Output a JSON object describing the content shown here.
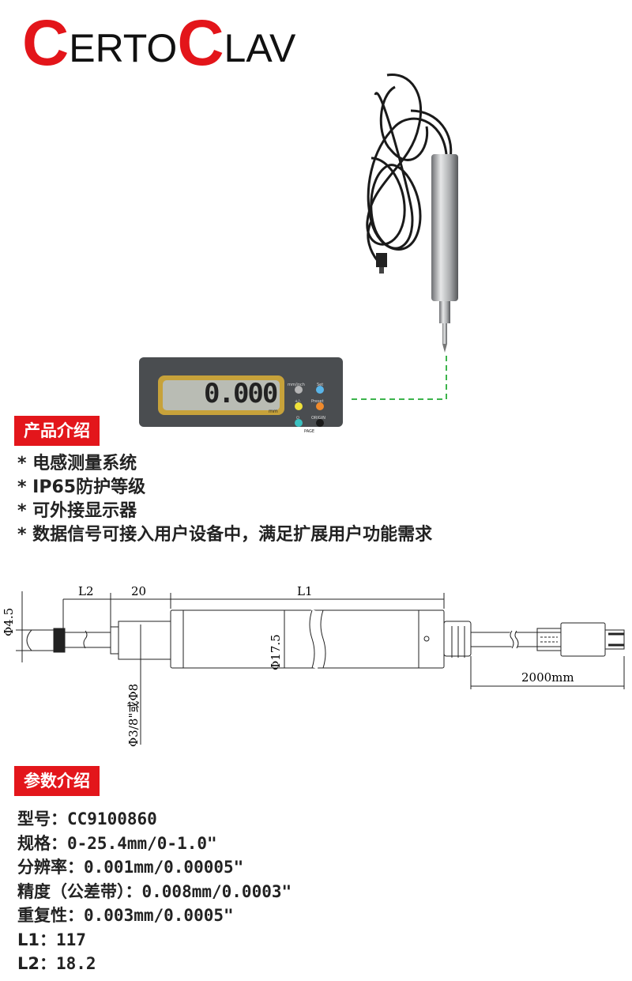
{
  "brand": {
    "parts": [
      "C",
      "ERTO",
      "C",
      "LAV"
    ],
    "accent": "#e3151a"
  },
  "display": {
    "reading": "0.000",
    "unit": "mm",
    "buttons": [
      "mm/inch",
      "Set",
      "+/-",
      "Preset",
      "⏻",
      "ORIGIN"
    ],
    "label": "PAGE"
  },
  "intro": {
    "title": "产品介绍",
    "items": [
      "* 电感测量系统",
      "* IP65防护等级",
      "* 可外接显示器",
      "* 数据信号可接入用户设备中，满足扩展用户功能需求"
    ]
  },
  "diagram": {
    "dia_tip": "Φ4.5",
    "l2": "L2",
    "len20": "20",
    "l1": "L1",
    "dia_body": "Φ17.5",
    "dia_stem": "Φ3/8\"或Φ8",
    "cable": "2000mm"
  },
  "params": {
    "title": "参数介绍",
    "rows": [
      {
        "label": "型号：",
        "value": "CC9100860"
      },
      {
        "label": "规格：",
        "value": "0-25.4mm/0-1.0\""
      },
      {
        "label": "分辨率：",
        "value": "0.001mm/0.00005\""
      },
      {
        "label": "精度（公差带）：",
        "value": "0.008mm/0.0003\""
      },
      {
        "label": "重复性：",
        "value": "0.003mm/0.0005\""
      },
      {
        "label": "L1：",
        "value": "117"
      },
      {
        "label": "L2：",
        "value": "18.2"
      }
    ]
  }
}
